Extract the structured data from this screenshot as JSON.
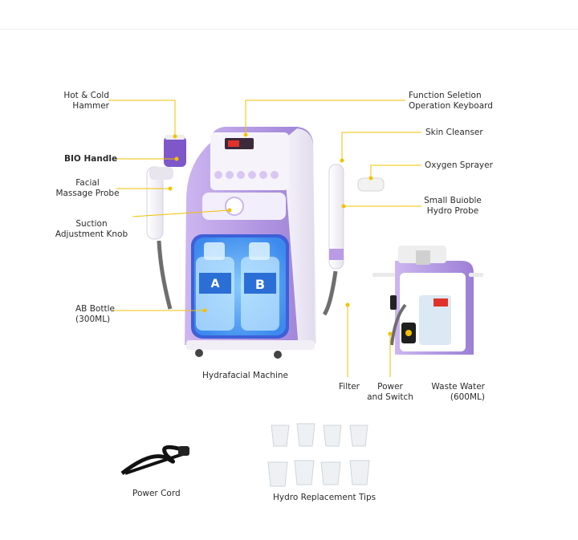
{
  "colors": {
    "leader": "#f2c200",
    "machine_purple": "#b89be0",
    "machine_white": "#f4f2f8",
    "liquid": "#67c2ff",
    "label_blue": "#2b6fd6"
  },
  "labels": {
    "hot_cold_hammer": [
      "Hot & Cold",
      "Hammer"
    ],
    "bio_handle": "BIO Handle",
    "facial_massage_probe": [
      "Facial",
      "Massage Probe"
    ],
    "suction_adjustment_knob": [
      "Suction",
      "Adjustment Knob"
    ],
    "ab_bottle": [
      "AB Bottle",
      "(300ML)"
    ],
    "function_selection_keyboard": [
      "Function Seletion",
      "Operation Keyboard"
    ],
    "skin_cleanser": "Skin Cleanser",
    "oxygen_sprayer": "Oxygen Sprayer",
    "small_bubble_hydro_probe": [
      "Small Buioble",
      "Hydro Probe"
    ],
    "filter": "Filter",
    "power_switch": [
      "Power",
      "and Switch"
    ],
    "waste_water": [
      "Waste Water",
      "(600ML)"
    ]
  },
  "captions": {
    "main_machine": "Hydrafacial Machine",
    "power_cord": "Power Cord",
    "hydro_tips": "Hydro Replacement Tips"
  },
  "bottle_letters": {
    "a": "A",
    "b": "B"
  },
  "icons": [
    "power-plug-icon",
    "bottle-a-icon",
    "bottle-b-icon",
    "knob-icon"
  ]
}
